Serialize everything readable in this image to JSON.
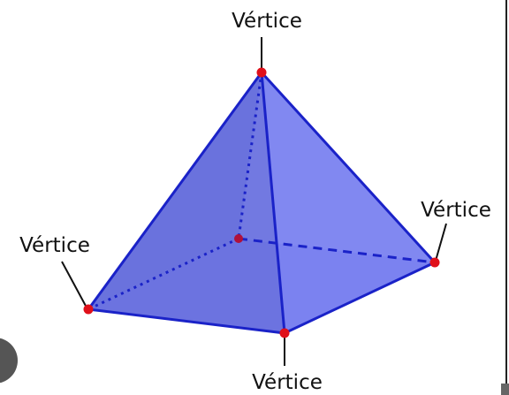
{
  "diagram": {
    "labels": {
      "apex": "Vértice",
      "left": "Vértice",
      "right": "Vértice",
      "bottom": "Vértice"
    },
    "colors": {
      "face_dark": "#5560d8",
      "face_mid": "#6f78e6",
      "face_light": "#7f86f2",
      "base": "#7d83e8",
      "edge": "#1a22c8",
      "vertex": "#e0101a"
    }
  }
}
